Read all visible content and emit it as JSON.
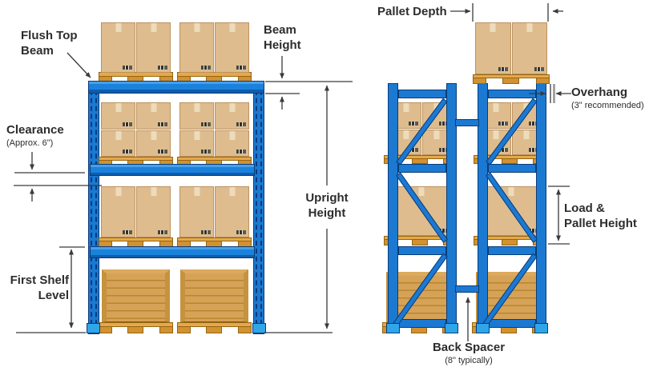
{
  "left_diagram": {
    "labels": {
      "flush_top_beam": [
        "Flush Top",
        "Beam"
      ],
      "beam_height": [
        "Beam",
        "Height"
      ],
      "clearance": "Clearance",
      "clearance_note": "(Approx. 6\")",
      "upright_height": [
        "Upright",
        "Height"
      ],
      "first_shelf_level": [
        "First Shelf",
        "Level"
      ]
    }
  },
  "right_diagram": {
    "labels": {
      "pallet_depth": "Pallet Depth",
      "overhang": "Overhang",
      "overhang_note": "(3\" recommended)",
      "load_pallet_height": [
        "Load &",
        "Pallet Height"
      ],
      "back_spacer": "Back Spacer",
      "back_spacer_note": "(8\" typically)"
    }
  },
  "colors": {
    "rack_blue": "#1b79d2",
    "rack_blue_dark": "#0f5cad",
    "rack_outline_navy": "#0a3c78",
    "base_plate_blue": "#2fa6e8",
    "box_tan": "#dfbc8e",
    "pallet_wood": "#e5a94c",
    "crate_wood": "#d6a257",
    "annotation_text": "#2d2d2d"
  }
}
